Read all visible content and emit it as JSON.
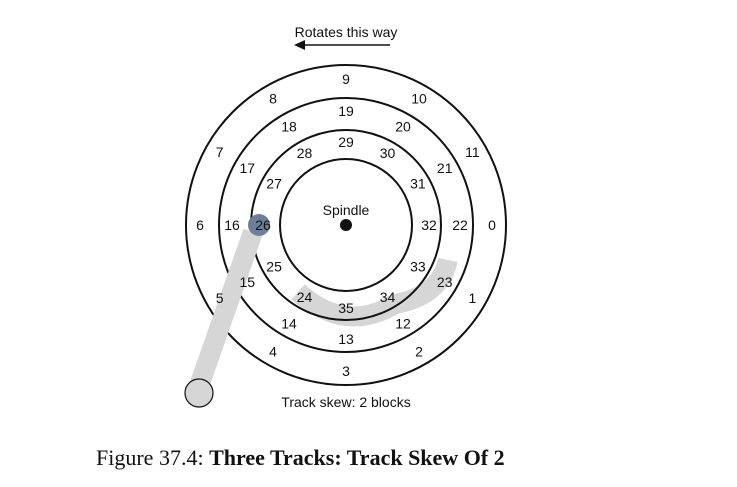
{
  "diagram": {
    "rotation_label": "Rotates this way",
    "spindle_label": "Spindle",
    "skew_label": "Track skew: 2 blocks",
    "outer_track": [
      "0",
      "1",
      "2",
      "3",
      "4",
      "5",
      "6",
      "7",
      "8",
      "9",
      "10",
      "11"
    ],
    "middle_track": [
      "22",
      "23",
      "12",
      "13",
      "14",
      "15",
      "16",
      "17",
      "18",
      "19",
      "20",
      "21"
    ],
    "inner_track": [
      "32",
      "33",
      "34",
      "35",
      "24",
      "25",
      "26",
      "27",
      "28",
      "29",
      "30",
      "31"
    ],
    "highlighted_sector": "26",
    "colors": {
      "stroke": "#111111",
      "arm_fill": "#d6d6d6",
      "head_fill": "#d6d6d6",
      "highlight_fill": "#6e7f98"
    }
  },
  "caption": {
    "prefix": "Figure 37.4:",
    "title": "Three Tracks: Track Skew Of 2"
  }
}
